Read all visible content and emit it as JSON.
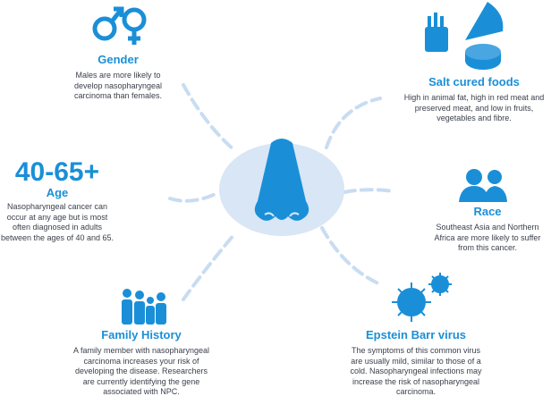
{
  "factors": {
    "gender": {
      "title": "Gender",
      "text": "Males are more likely to develop nasopharyngeal carcinoma than females."
    },
    "salt": {
      "title": "Salt cured foods",
      "text": "High in animal fat, high in red meat and preserved meat, and low in fruits, vegetables and fibre."
    },
    "age": {
      "number": "40-65+",
      "title": "Age",
      "text": "Nasopharyngeal cancer can occur at any age but is most often diagnosed in adults between the ages of 40 and 65."
    },
    "race": {
      "title": "Race",
      "text": "Southeast Asia and Northern Africa are more likely to suffer from this cancer."
    },
    "family": {
      "title": "Family History",
      "text": "A family member with nasopharyngeal carcinoma increases your risk of developing the disease. Researchers are currently identifying the gene associated with NPC."
    },
    "ebv": {
      "title": "Epstein Barr virus",
      "text": "The symptoms of this common virus are usually mild, similar to those of a cold. Nasopharyngeal infections may increase the risk of nasopharyngeal carcinoma."
    }
  },
  "colors": {
    "accent": "#1a8fd8",
    "dash": "#c8dcf2",
    "center": "#d8e6f5"
  }
}
